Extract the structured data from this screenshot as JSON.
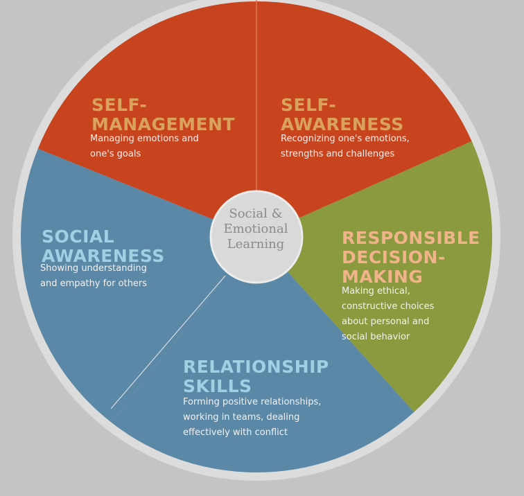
{
  "colors": {
    "background": "#c4c4c4",
    "rim": "#dcdcdc",
    "self_management": "#c8441e",
    "self_awareness": "#c8441e",
    "responsible_decision_making": "#8b9a3f",
    "relationship_skills": "#5a88a6",
    "social_awareness": "#5a88a6",
    "center": "#d9d9d9",
    "title_orange": "#d9a35c",
    "title_light": "#9fd0e4",
    "title_green_seg": "#f0b38a"
  },
  "center": {
    "label": "Social &\nEmotional\nLearning"
  },
  "segments": {
    "self_management": {
      "title": "SELF-\nMANAGEMENT",
      "desc": "Managing emotions and\none's goals"
    },
    "self_awareness": {
      "title": "SELF-\nAWARENESS",
      "desc": "Recognizing one's emotions,\nstrengths and challenges"
    },
    "responsible_decision_making": {
      "title": "RESPONSIBLE\nDECISION-\nMAKING",
      "desc": "Making ethical,\nconstructive choices\nabout personal and\nsocial behavior"
    },
    "relationship_skills": {
      "title": "RELATIONSHIP\nSKILLS",
      "desc": "Forming positive relationships,\nworking in teams, dealing\neffectively with conflict"
    },
    "social_awareness": {
      "title": "SOCIAL\nAWARENESS",
      "desc": "Showing understanding\nand empathy for others"
    }
  }
}
